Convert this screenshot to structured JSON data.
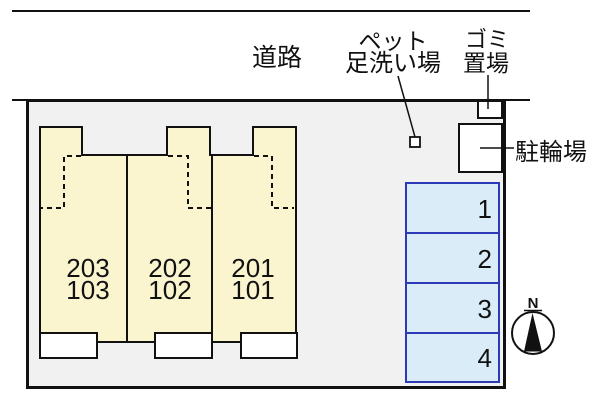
{
  "diagram": {
    "type": "property-site-plan",
    "road_label": "道路",
    "pet_wash_label": {
      "line1": "ペット",
      "line2": "足洗い場"
    },
    "garbage_label": {
      "line1": "ゴミ",
      "line2": "置場"
    },
    "bicycle_label": "駐輪場",
    "compass": {
      "north": "N"
    },
    "units": [
      {
        "upper": "203",
        "lower": "103"
      },
      {
        "upper": "202",
        "lower": "102"
      },
      {
        "upper": "201",
        "lower": "101"
      }
    ],
    "parking_spaces": [
      {
        "number": "1"
      },
      {
        "number": "2"
      },
      {
        "number": "3"
      },
      {
        "number": "4"
      }
    ]
  },
  "colors": {
    "building_fill": "#faf4cf",
    "site_fill": "#f1f1f1",
    "parking_fill": "#d9ecf8",
    "parking_border": "#2c3ab8",
    "line": "#111111"
  }
}
